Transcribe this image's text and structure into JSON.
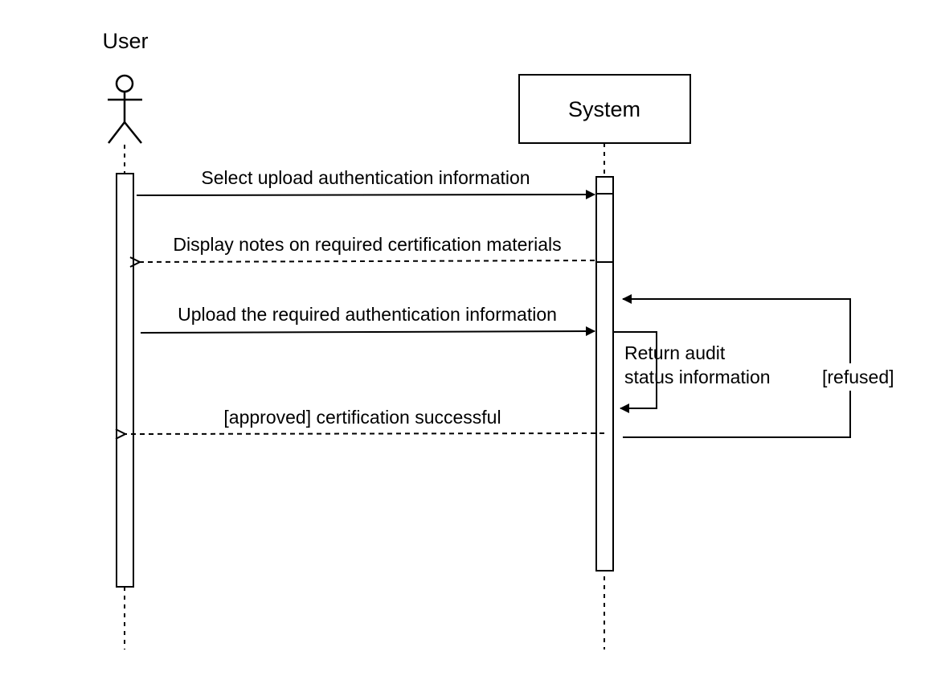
{
  "participants": {
    "user": {
      "name": "User"
    },
    "system": {
      "name": "System"
    }
  },
  "messages": {
    "select_upload": "Select upload authentication information",
    "display_notes": "Display notes on required certification materials",
    "upload_required": "Upload the required authentication information",
    "approved": "[approved] certification successful"
  },
  "self_message": {
    "line1": "Return audit",
    "line2": "status information"
  },
  "loop": {
    "guard": "[refused]"
  }
}
